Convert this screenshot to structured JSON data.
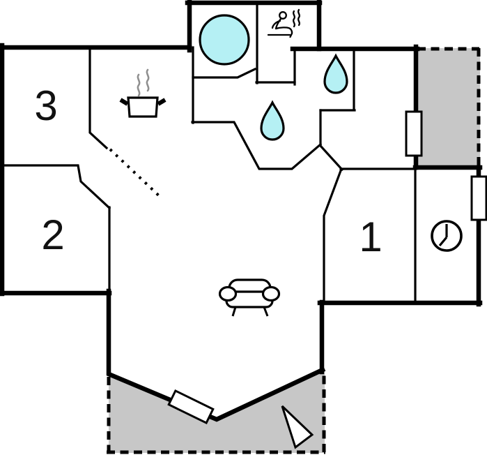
{
  "plan": {
    "kind": "holiday-home-floor-plan",
    "rooms": {
      "r3": {
        "label": "3"
      },
      "r2": {
        "label": "2"
      },
      "r1": {
        "label": "1"
      }
    },
    "colors": {
      "wall": "#000000",
      "water": "#b5f0f4",
      "outdoor_gray": "#c7c7c7",
      "steam_gray": "#8f8f8f",
      "background": "#ffffff"
    },
    "features": {
      "hot_tub": "hot-tub-circle",
      "sauna": "sauna-person-with-steam",
      "shower_top": "water-drop",
      "shower_center": "water-drop",
      "kitchen": "stove-pot-with-steam",
      "living": "sofa",
      "clock_room": "clock",
      "terrace": "dashed-gray-terrace",
      "balcony": "dashed-gray-balcony",
      "entrance": "rotated-door-leaf",
      "arrow": "direction-triangle"
    }
  }
}
